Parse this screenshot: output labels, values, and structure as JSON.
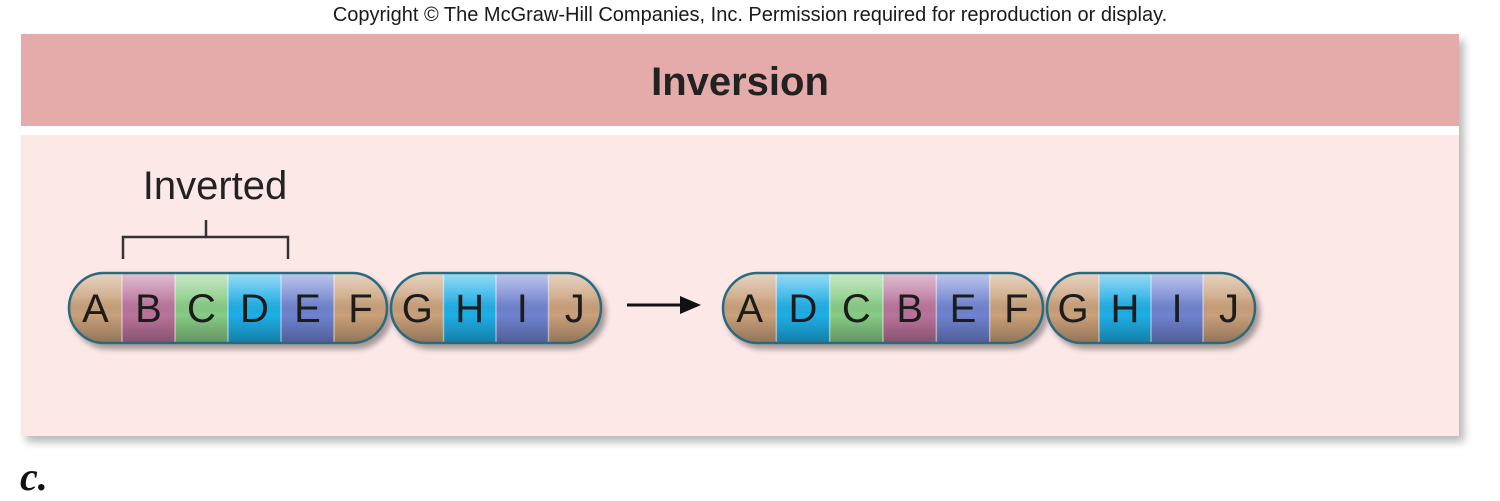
{
  "copyright": "Copyright © The McGraw-Hill Companies, Inc. Permission required for reproduction or display.",
  "title": "Inversion",
  "inverted_label": "Inverted",
  "panel_letter": "c.",
  "colors": {
    "header": "#e5abab",
    "body": "#fde8e8",
    "tan": "#c9a07a",
    "magenta": "#b9739a",
    "green": "#86cc84",
    "cyan": "#1eaee6",
    "blue": "#6f82d0",
    "outline": "#2a6a7c"
  },
  "chromosomes": [
    {
      "name": "original",
      "arms": [
        [
          {
            "label": "A",
            "color": "tan"
          },
          {
            "label": "B",
            "color": "magenta"
          },
          {
            "label": "C",
            "color": "green"
          },
          {
            "label": "D",
            "color": "cyan"
          },
          {
            "label": "E",
            "color": "blue"
          },
          {
            "label": "F",
            "color": "tan"
          }
        ],
        [
          {
            "label": "G",
            "color": "tan"
          },
          {
            "label": "H",
            "color": "cyan"
          },
          {
            "label": "I",
            "color": "blue"
          },
          {
            "label": "J",
            "color": "tan"
          }
        ]
      ]
    },
    {
      "name": "inverted",
      "arms": [
        [
          {
            "label": "A",
            "color": "tan"
          },
          {
            "label": "D",
            "color": "cyan"
          },
          {
            "label": "C",
            "color": "green"
          },
          {
            "label": "B",
            "color": "magenta"
          },
          {
            "label": "E",
            "color": "blue"
          },
          {
            "label": "F",
            "color": "tan"
          }
        ],
        [
          {
            "label": "G",
            "color": "tan"
          },
          {
            "label": "H",
            "color": "cyan"
          },
          {
            "label": "I",
            "color": "blue"
          },
          {
            "label": "J",
            "color": "tan"
          }
        ]
      ]
    }
  ]
}
